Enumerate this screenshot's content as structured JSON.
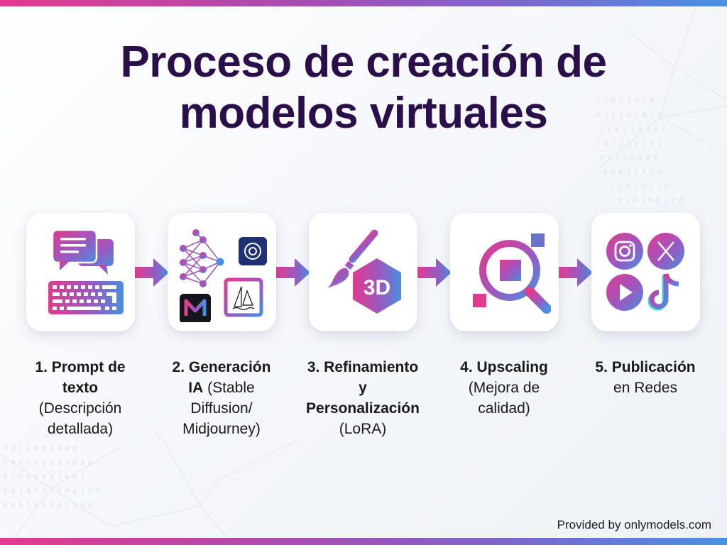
{
  "title": {
    "line1": "Proceso de creación de",
    "line2": "modelos virtuales"
  },
  "colors": {
    "gradient_start": "#e23a8e",
    "gradient_mid": "#a24fb6",
    "gradient_end": "#4a90e2",
    "title": "#2a0f4a",
    "text": "#1a1a1a",
    "card_bg": "#ffffff"
  },
  "steps": [
    {
      "number": "1.",
      "title": "Prompt de texto",
      "title_lines": [
        "1. Prompt de",
        "texto"
      ],
      "subtitle": "(Descripción detallada)",
      "subtitle_lines": [
        "(Descripción",
        "detallada)"
      ],
      "icons": [
        "chat-bubbles-icon",
        "keyboard-icon"
      ]
    },
    {
      "number": "2.",
      "title": "Generación IA",
      "title_lines": [
        "2. Generación",
        "IA"
      ],
      "subtitle": "(Stable Diffusion/ Midjourney)",
      "subtitle_lines": [
        "(Stable",
        "Diffusion/",
        "Midjourney)"
      ],
      "icons": [
        "neural-network-icon",
        "openai-logo-icon",
        "midjourney-chip-icon",
        "m-logo-icon"
      ]
    },
    {
      "number": "3.",
      "title": "Refinamiento y Personalización",
      "title_lines": [
        "3. Refinamiento",
        "y",
        "Personalización"
      ],
      "subtitle": "(LoRA)",
      "subtitle_lines": [
        "(LoRA)"
      ],
      "icons": [
        "paintbrush-icon",
        "3d-hexagon-icon"
      ],
      "badge": "3D"
    },
    {
      "number": "4.",
      "title": "Upscaling",
      "title_lines": [
        "4. Upscaling"
      ],
      "subtitle": "(Mejora de calidad)",
      "subtitle_lines": [
        "(Mejora de",
        "calidad)"
      ],
      "icons": [
        "magnifier-pixels-icon"
      ]
    },
    {
      "number": "5.",
      "title": "Publicación",
      "title_lines": [
        "5. Publicación"
      ],
      "subtitle": "en Redes",
      "subtitle_lines": [
        "en Redes"
      ],
      "icons": [
        "instagram-icon",
        "x-twitter-icon",
        "youtube-play-icon",
        "tiktok-icon"
      ]
    }
  ],
  "footer": {
    "credit": "Provided by onlymodels.com"
  }
}
